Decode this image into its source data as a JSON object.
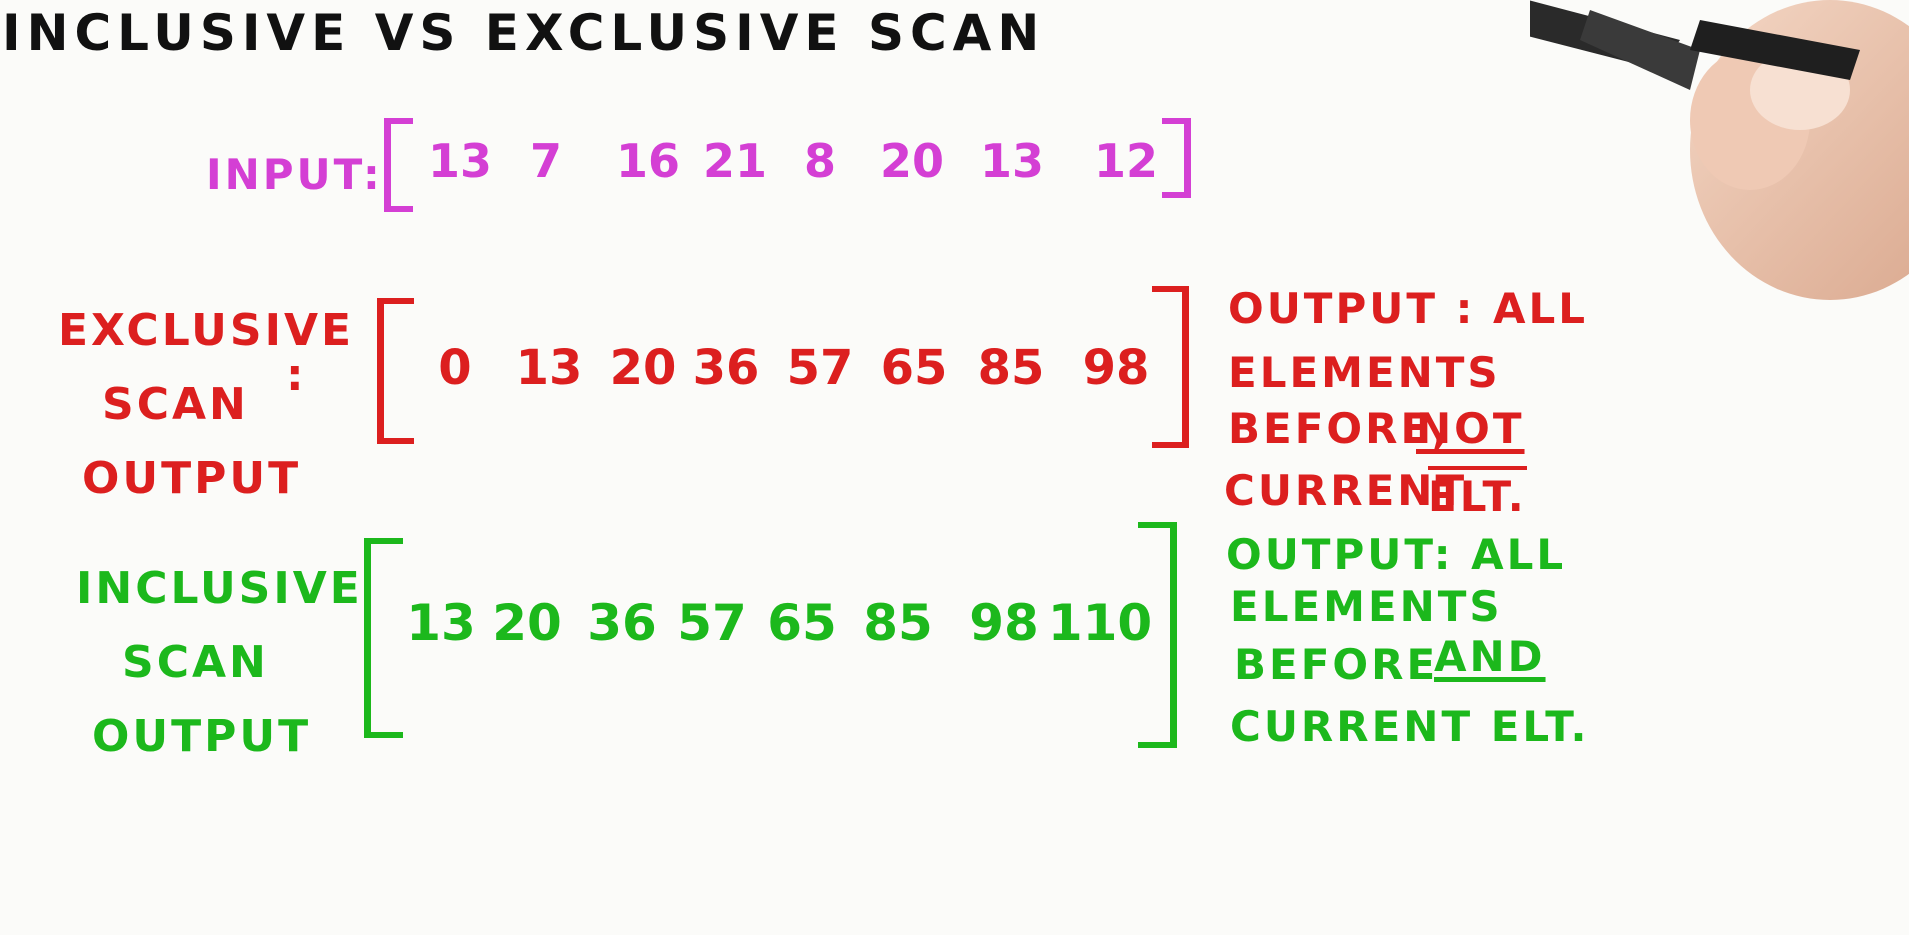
{
  "title": "INCLUSIVE VS EXCLUSIVE SCAN",
  "colors": {
    "input": "#d43fd4",
    "exclusive": "#dc1f1f",
    "inclusive": "#1cb81c",
    "title": "#111111"
  },
  "input": {
    "label": "INPUT:",
    "values": [
      "13",
      "7",
      "16",
      "21",
      "8",
      "20",
      "13",
      "12"
    ]
  },
  "exclusive": {
    "label_lines": [
      "EXCLUSIVE",
      "SCAN",
      "OUTPUT"
    ],
    "colon": ":",
    "values": [
      "0",
      "13",
      "20",
      "36",
      "57",
      "65",
      "85",
      "98"
    ],
    "note_lines": [
      "OUTPUT : ALL",
      "ELEMENTS",
      "BEFORE,",
      "NOT",
      "CURRENT",
      "ELT."
    ]
  },
  "inclusive": {
    "label_lines": [
      "INCLUSIVE",
      "SCAN",
      "OUTPUT"
    ],
    "values": [
      "13",
      "20",
      "36",
      "57",
      "65",
      "85",
      "98",
      "110"
    ],
    "note_lines": [
      "OUTPUT: ALL",
      "ELEMENTS",
      "BEFORE",
      "AND",
      "CURRENT ELT."
    ]
  }
}
